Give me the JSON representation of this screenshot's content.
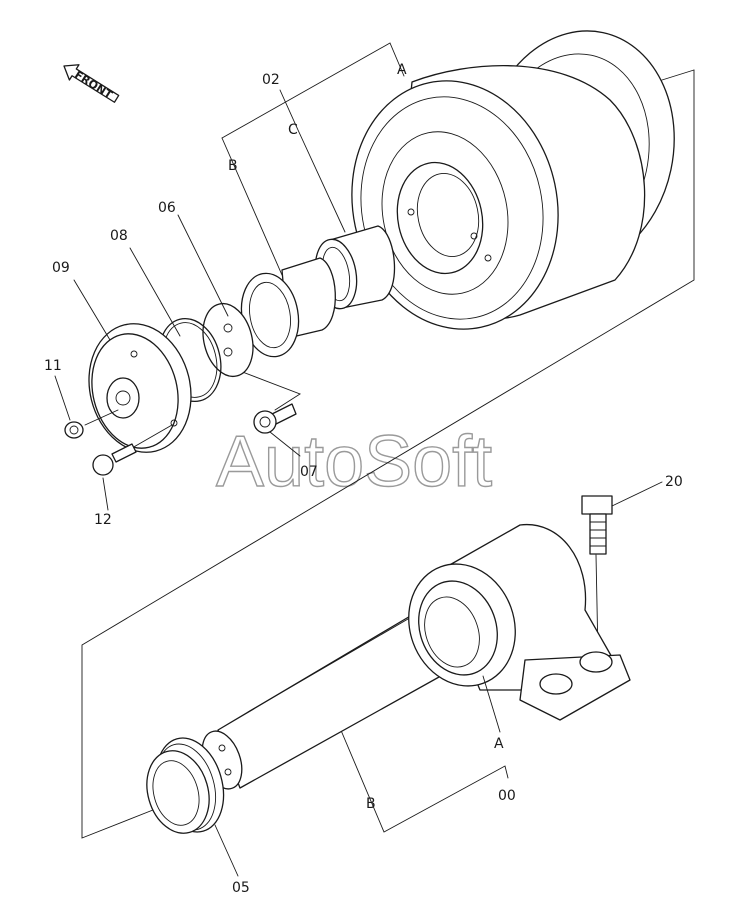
{
  "diagram": {
    "watermark": "AutoSoft",
    "front_label": "FRONT",
    "callouts": {
      "p02": "02",
      "p06": "06",
      "p08": "08",
      "p09": "09",
      "p11": "11",
      "p12": "12",
      "p07": "07",
      "p20": "20",
      "p00": "00",
      "p05": "05",
      "a_top": "A",
      "a_bottom": "A",
      "b_top": "B",
      "b_bottom": "B",
      "c_top": "C"
    }
  }
}
